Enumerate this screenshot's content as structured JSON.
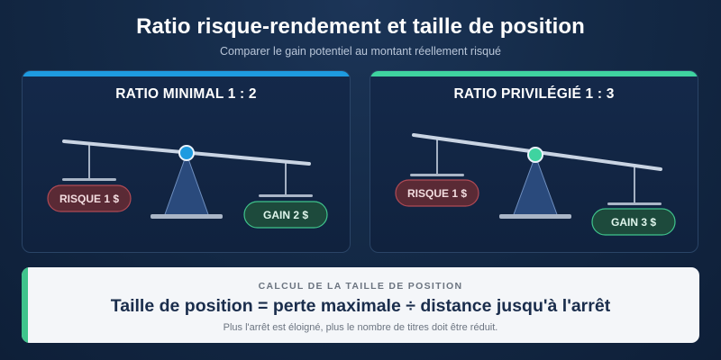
{
  "header": {
    "title": "Ratio risque-rendement et taille de position",
    "subtitle": "Comparer le gain potentiel au montant réellement risqué"
  },
  "panels": [
    {
      "title": "RATIO MINIMAL 1 : 2",
      "risk_label": "RISQUE 1 $",
      "gain_label": "GAIN 2 $",
      "accent_color": "#1e9be0",
      "pivot_color": "#1e9be0"
    },
    {
      "title": "RATIO PRIVILÉGIÉ 1 : 3",
      "risk_label": "RISQUE 1 $",
      "gain_label": "GAIN 3 $",
      "accent_color": "#3fd3a0",
      "pivot_color": "#3fd3a0"
    }
  ],
  "calc": {
    "label": "CALCUL DE LA TAILLE DE POSITION",
    "formula": "Taille de position = perte maximale ÷ distance jusqu'à l'arrêt",
    "note": "Plus l'arrêt est éloigné, plus le nombre de titres doit être réduit."
  },
  "colors": {
    "risk_fill": "#5a2a35",
    "risk_stroke": "#b14a55",
    "gain_fill": "#1d4a3c",
    "gain_stroke": "#3fc48c",
    "beam": "#c9d4e3"
  }
}
